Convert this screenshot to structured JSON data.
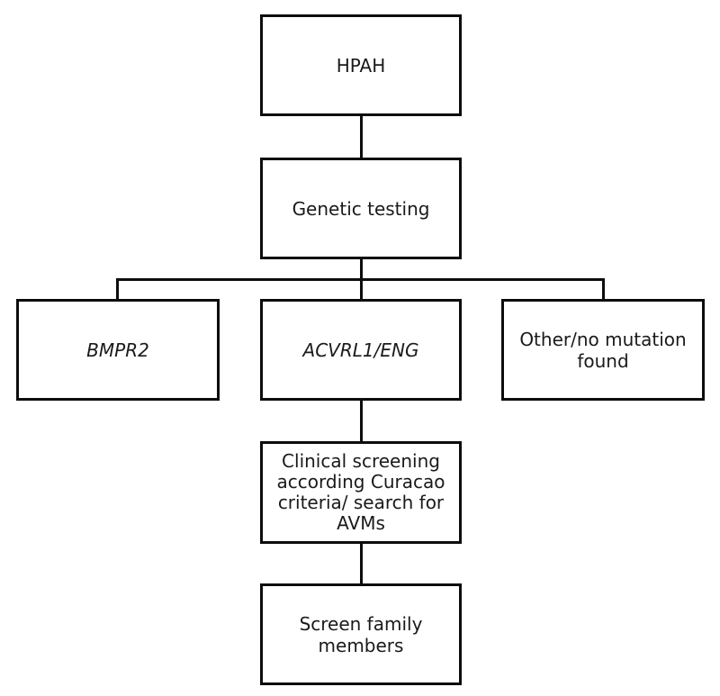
{
  "diagram": {
    "nodes": {
      "hpah": {
        "label": "HPAH"
      },
      "genetic_testing": {
        "label": "Genetic testing"
      },
      "bmpr2": {
        "label": "BMPR2"
      },
      "acvrl1_eng": {
        "label": "ACVRL1/ENG"
      },
      "other": {
        "label": "Other/no mutation found"
      },
      "clinical_screening": {
        "label": "Clinical screening according Curacao criteria/ search for AVMs"
      },
      "screen_family": {
        "label": "Screen family members"
      }
    },
    "edges": [
      {
        "from": "HPAH",
        "to": "Genetic testing"
      },
      {
        "from": "Genetic testing",
        "to": "BMPR2"
      },
      {
        "from": "Genetic testing",
        "to": "ACVRL1/ENG"
      },
      {
        "from": "Genetic testing",
        "to": "Other/no mutation found"
      },
      {
        "from": "ACVRL1/ENG",
        "to": "Clinical screening according Curacao criteria/ search for AVMs"
      },
      {
        "from": "Clinical screening according Curacao criteria/ search for AVMs",
        "to": "Screen family members"
      }
    ]
  }
}
